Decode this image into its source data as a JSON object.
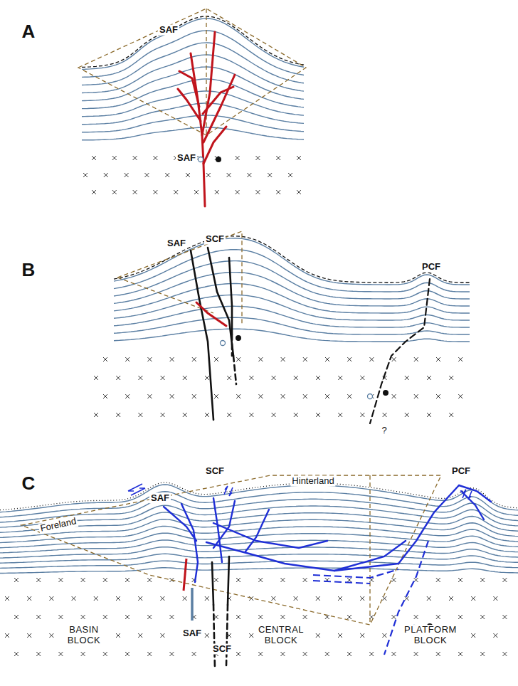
{
  "diagram": {
    "labels": [
      "A",
      "SAF",
      "SAF",
      "B",
      "SAF",
      "SCF",
      "PCF",
      "?",
      "C",
      "SCF",
      "SAF",
      "Hinterland",
      "Foreland",
      "PCF",
      "SAF",
      "SCF",
      "BASIN BLOCK",
      "CENTRAL BLOCK",
      "PLATFORM BLOCK"
    ]
  }
}
